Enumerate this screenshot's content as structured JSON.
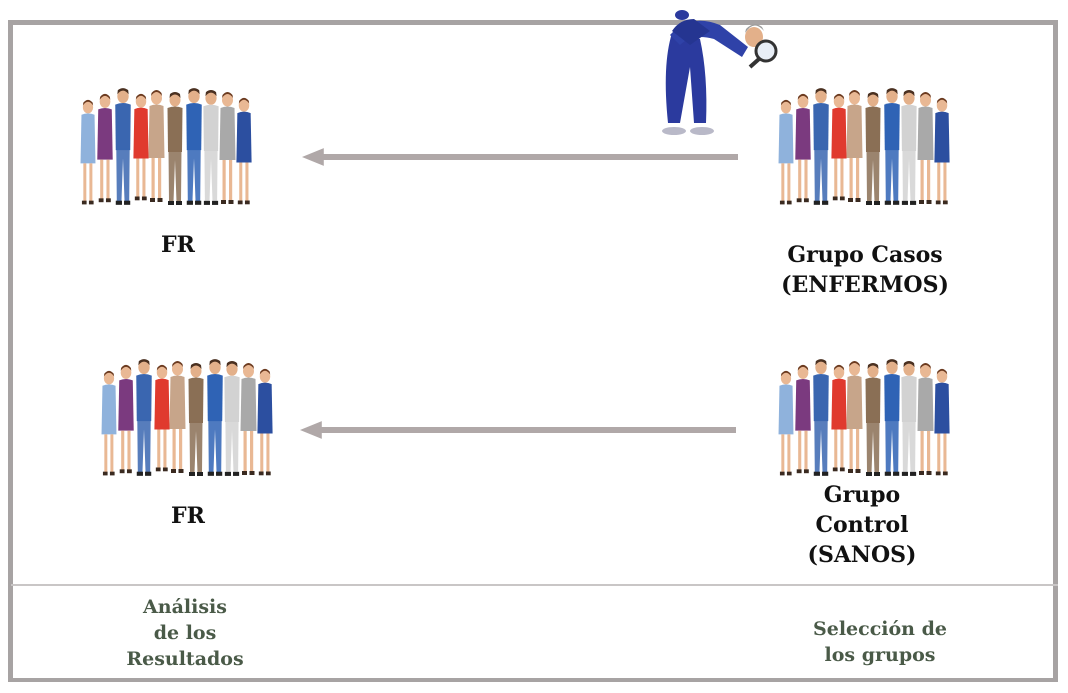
{
  "diagram": {
    "left_top_label": "FR",
    "left_bottom_label": "FR",
    "cases_label": "Grupo Casos\n(ENFERMOS)",
    "control_label": "Grupo\nControl\n(SANOS)",
    "footer_left": "Análisis\nde los\nResultados",
    "footer_right": "Selección de\nlos grupos"
  },
  "icons": {
    "people": "group-of-people-icon",
    "detective": "detective-with-magnifier-icon",
    "arrow": "arrow-left-icon"
  },
  "colors": {
    "frame": "#a7a3a3",
    "arrow": "#b0a8a8",
    "caption": "#4a5a48"
  }
}
